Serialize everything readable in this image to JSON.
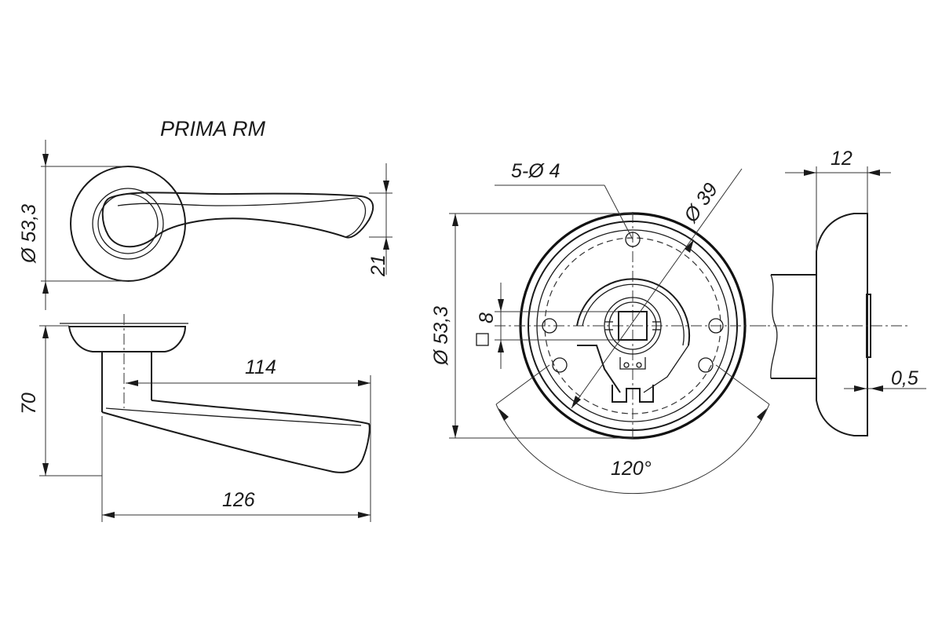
{
  "title": "PRIMA RM",
  "dimensions": {
    "rose_diameter_top": "Ø 53,3",
    "lever_height": "21",
    "projection": "70",
    "lever_inner_length": "114",
    "lever_total_length": "126",
    "holes": "5-Ø 4",
    "bolt_circle": "Ø 39",
    "rose_diameter_front": "Ø 53,3",
    "spindle_square": "8",
    "angle": "120°",
    "rose_thickness": "12",
    "gap": "0,5"
  }
}
